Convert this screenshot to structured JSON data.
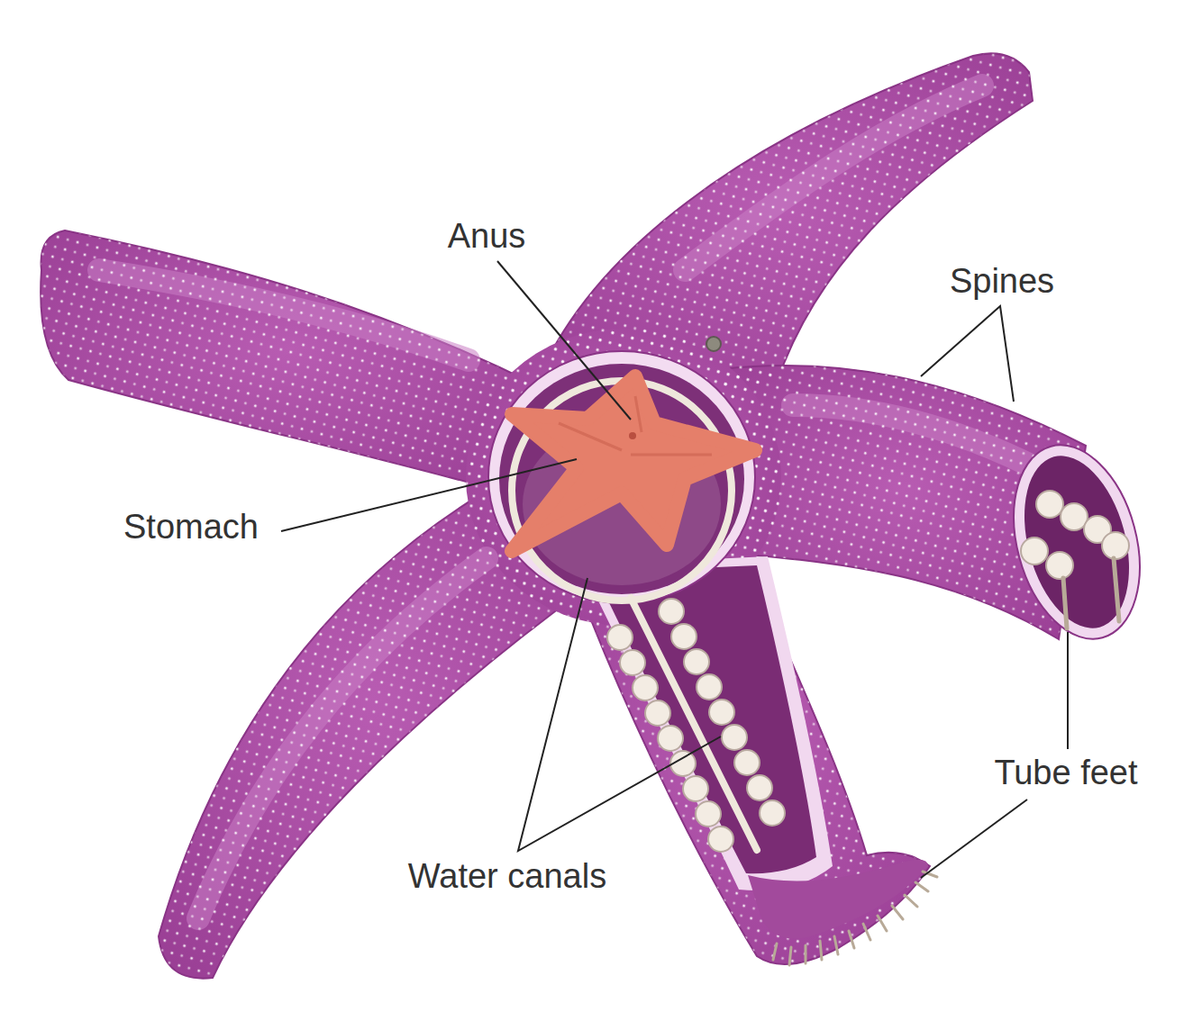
{
  "diagram": {
    "labels": [
      "Anus",
      "Spines",
      "Stomach",
      "Tube feet",
      "Water canals"
    ]
  }
}
